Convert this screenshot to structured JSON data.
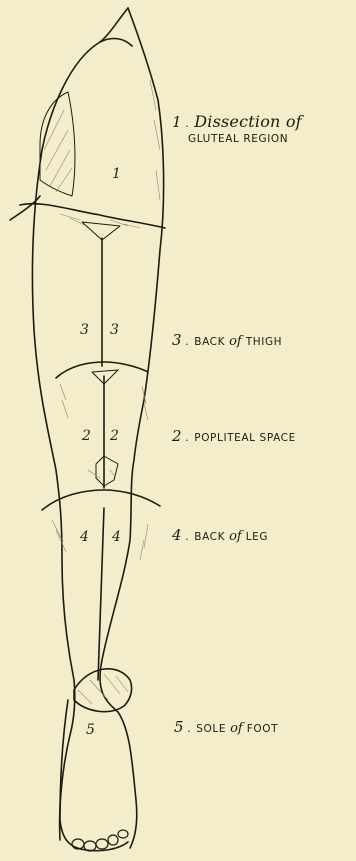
{
  "labels": {
    "gluteal": {
      "number": "1",
      "title": "Dissection of",
      "subtitle": "GLUTEAL REGION"
    },
    "thigh": {
      "number": "3",
      "text": "BACK",
      "of": "of",
      "part": "THIGH"
    },
    "popliteal": {
      "number": "2",
      "text": "POPLITEAL SPACE"
    },
    "leg": {
      "number": "4",
      "text": "BACK",
      "of": "of",
      "part": "LEG"
    },
    "foot": {
      "number": "5",
      "text": "SOLE",
      "of": "of",
      "part": "FOOT"
    }
  },
  "region_numbers": {
    "gluteal": "1",
    "thigh_left": "3",
    "thigh_right": "3",
    "popliteal_left": "2",
    "popliteal_right": "2",
    "leg_left": "4",
    "leg_right": "4",
    "foot": "5"
  },
  "colors": {
    "paper": "#f4edcc",
    "ink": "#1e1a12",
    "hatch": "#8a8270"
  }
}
